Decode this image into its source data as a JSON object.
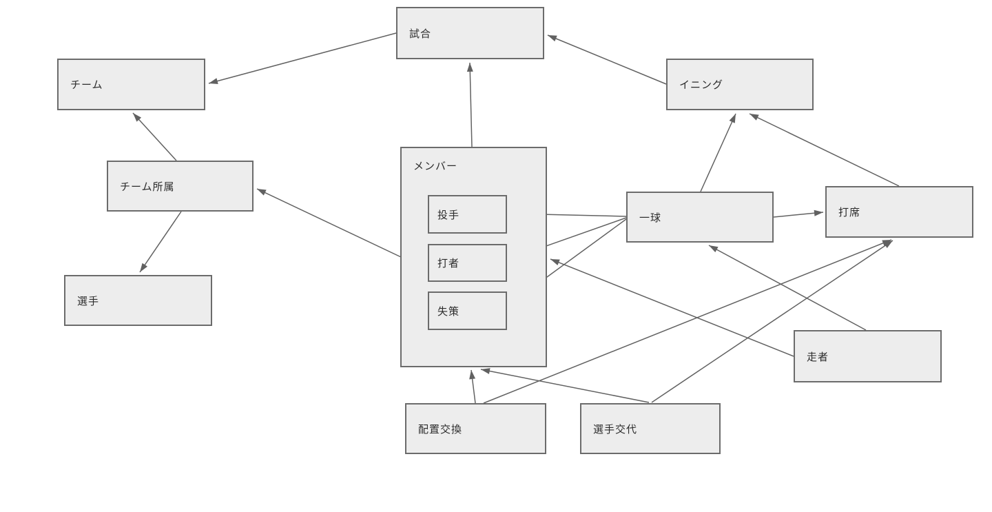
{
  "diagram": {
    "title": "baseball-entity-diagram",
    "colors": {
      "background": "#ffffff",
      "box_fill": "#ededed",
      "box_border": "#6b6b6b",
      "arrow": "#616161",
      "text": "#2b2b2b"
    },
    "nodes": [
      {
        "id": "game",
        "label": "試合"
      },
      {
        "id": "team",
        "label": "チーム"
      },
      {
        "id": "inning",
        "label": "イニング"
      },
      {
        "id": "team-affiliation",
        "label": "チーム所属"
      },
      {
        "id": "player",
        "label": "選手"
      },
      {
        "id": "member",
        "label": "メンバー"
      },
      {
        "id": "pitcher",
        "label": "投手"
      },
      {
        "id": "batter",
        "label": "打者"
      },
      {
        "id": "error",
        "label": "失策"
      },
      {
        "id": "pitch",
        "label": "一球"
      },
      {
        "id": "at-bat",
        "label": "打席"
      },
      {
        "id": "runner",
        "label": "走者"
      },
      {
        "id": "position-swap",
        "label": "配置交換"
      },
      {
        "id": "player-substitution",
        "label": "選手交代"
      }
    ],
    "edges": [
      {
        "from": "game",
        "to": "team"
      },
      {
        "from": "member",
        "to": "game"
      },
      {
        "from": "inning",
        "to": "game"
      },
      {
        "from": "team-affiliation",
        "to": "team"
      },
      {
        "from": "team-affiliation",
        "to": "player"
      },
      {
        "from": "member",
        "to": "team-affiliation"
      },
      {
        "from": "pitch",
        "to": "pitcher"
      },
      {
        "from": "pitch",
        "to": "batter"
      },
      {
        "from": "pitch",
        "to": "error"
      },
      {
        "from": "pitch",
        "to": "inning"
      },
      {
        "from": "pitch",
        "to": "at-bat"
      },
      {
        "from": "at-bat",
        "to": "inning"
      },
      {
        "from": "runner",
        "to": "member"
      },
      {
        "from": "runner",
        "to": "pitch"
      },
      {
        "from": "position-swap",
        "to": "member"
      },
      {
        "from": "player-substitution",
        "to": "member"
      },
      {
        "from": "position-swap",
        "to": "at-bat"
      },
      {
        "from": "player-substitution",
        "to": "at-bat"
      }
    ]
  }
}
